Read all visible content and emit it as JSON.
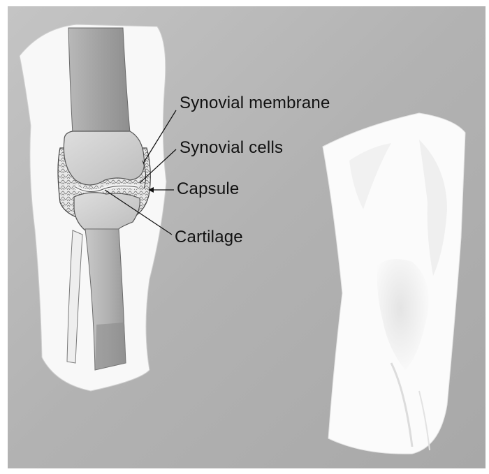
{
  "labels": {
    "synovial_membrane": "Synovial membrane",
    "synovial_cells": "Synovial cells",
    "capsule": "Capsule",
    "cartilage": "Cartilage"
  },
  "colors": {
    "background": "#b4b4b4",
    "limb_outline": "#f7f7f7",
    "bone_fill": "#9a9a9a",
    "bone_highlight": "#c9c9c9",
    "text": "#111111"
  }
}
